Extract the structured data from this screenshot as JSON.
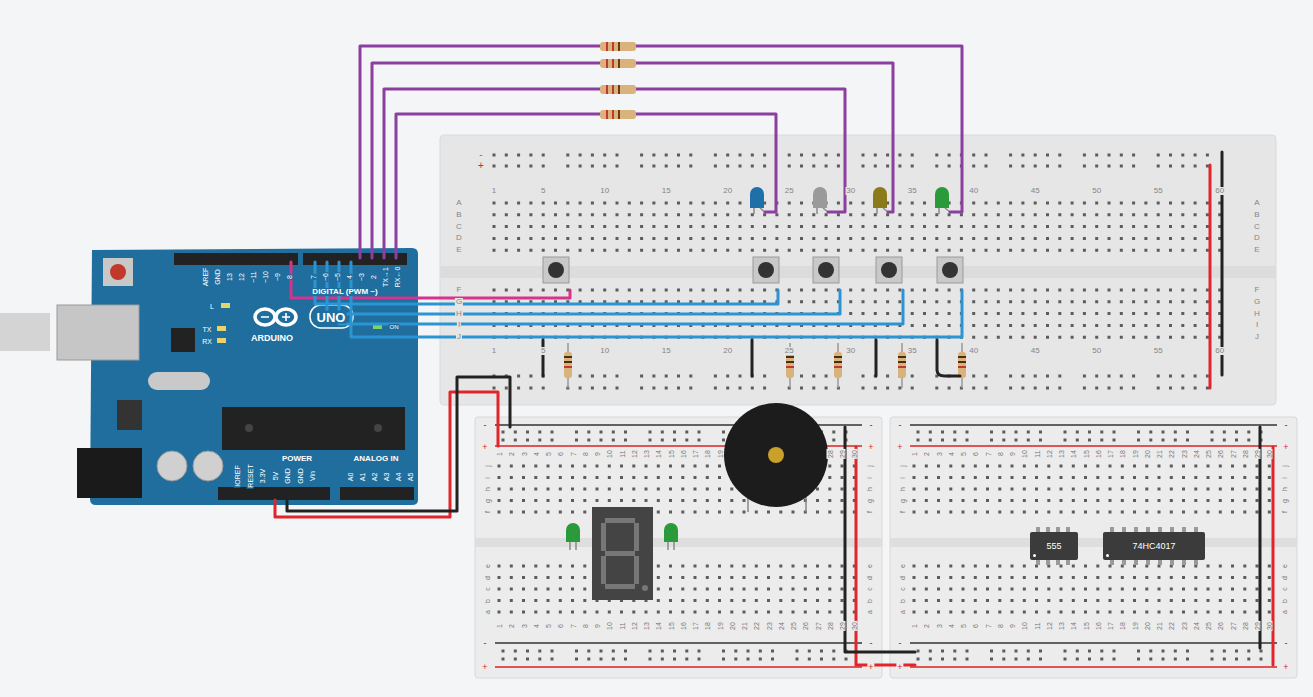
{
  "diagram": {
    "nodes": [
      {
        "text": [
          "555"
        ]
      },
      {
        "text": [
          "74HC4017"
        ]
      }
    ],
    "labels": [
      "1",
      "5",
      "10",
      "15",
      "20",
      "25",
      "30",
      "35",
      "40",
      "45",
      "50",
      "55",
      "60",
      "1",
      "5",
      "10",
      "15",
      "20",
      "25",
      "30",
      "35",
      "40",
      "45",
      "50",
      "55",
      "60",
      "A",
      "B",
      "C",
      "D",
      "E",
      "F",
      "G",
      "H",
      "I",
      "J",
      "A",
      "B",
      "C",
      "D",
      "E",
      "F",
      "G",
      "H",
      "I",
      "J",
      "-",
      "+",
      "1",
      "2",
      "3",
      "4",
      "5",
      "6",
      "7",
      "8",
      "9",
      "10",
      "11",
      "12",
      "13",
      "14",
      "15",
      "16",
      "17",
      "18",
      "19",
      "28",
      "29",
      "30",
      "1",
      "2",
      "3",
      "4",
      "5",
      "6",
      "7",
      "8",
      "9",
      "10",
      "11",
      "12",
      "13",
      "14",
      "15",
      "16",
      "17",
      "18",
      "19",
      "20",
      "21",
      "22",
      "23",
      "24",
      "25",
      "26",
      "27",
      "28",
      "29",
      "30",
      "j",
      "i",
      "h",
      "g",
      "f",
      "e",
      "d",
      "c",
      "b",
      "a",
      "j",
      "i",
      "h",
      "g",
      "f",
      "e",
      "d",
      "c",
      "b",
      "a",
      "-",
      "+",
      "-",
      "+",
      "-",
      "+",
      "-",
      "+",
      "1",
      "2",
      "3",
      "4",
      "5",
      "6",
      "7",
      "8",
      "9",
      "10",
      "11",
      "12",
      "13",
      "14",
      "15",
      "16",
      "17",
      "18",
      "19",
      "20",
      "21",
      "22",
      "23",
      "24",
      "25",
      "26",
      "27",
      "28",
      "29",
      "30",
      "1",
      "2",
      "3",
      "4",
      "5",
      "6",
      "7",
      "8",
      "9",
      "10",
      "11",
      "12",
      "13",
      "14",
      "15",
      "16",
      "17",
      "18",
      "19",
      "20",
      "21",
      "22",
      "23",
      "24",
      "25",
      "26",
      "27",
      "28",
      "29",
      "30",
      "j",
      "i",
      "h",
      "g",
      "f",
      "e",
      "d",
      "c",
      "b",
      "a",
      "j",
      "i",
      "h",
      "g",
      "f",
      "e",
      "d",
      "c",
      "b",
      "a",
      "-",
      "+",
      "-",
      "+",
      "-",
      "+",
      "-",
      "+",
      "AREF",
      "GND",
      "13",
      "12",
      "~11",
      "~10",
      "~9",
      "8",
      "7",
      "~6",
      "~5",
      "4",
      "~3",
      "2",
      "TX→1",
      "RX←0",
      "DIGITAL (PWM ~)",
      "L",
      "TX",
      "RX",
      "UNO",
      "ARDUINO",
      "ON",
      "IOREF",
      "RESET",
      "3.3V",
      "5V",
      "GND",
      "GND",
      "Vin",
      "POWER",
      "ANALOG IN",
      "A0",
      "A1",
      "A2",
      "A3",
      "A4",
      "A5"
    ]
  }
}
